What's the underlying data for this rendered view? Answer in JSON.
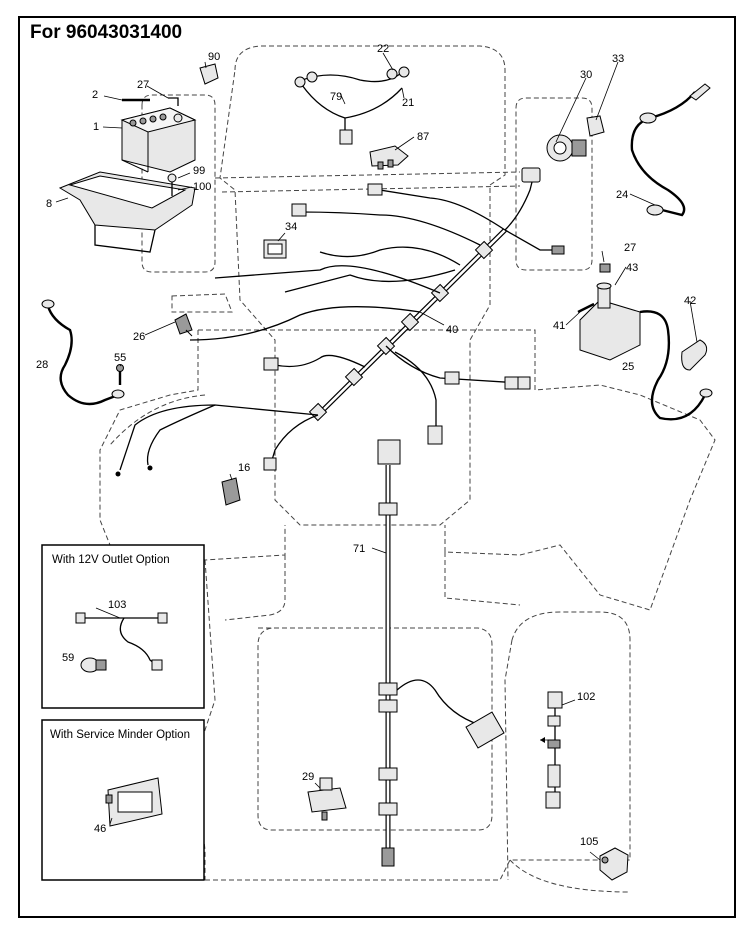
{
  "title": "For 96043031400",
  "callouts": {
    "c1": "1",
    "c2": "2",
    "c8": "8",
    "c16": "16",
    "c21": "21",
    "c22": "22",
    "c24": "24",
    "c25": "25",
    "c26": "26",
    "c27a": "27",
    "c27b": "27",
    "c28": "28",
    "c29": "29",
    "c30": "30",
    "c33": "33",
    "c34": "34",
    "c40": "40",
    "c41": "41",
    "c42": "42",
    "c43": "43",
    "c46": "46",
    "c55": "55",
    "c59": "59",
    "c71": "71",
    "c79": "79",
    "c87": "87",
    "c90": "90",
    "c99": "99",
    "c100": "100",
    "c102": "102",
    "c103": "103",
    "c105": "105"
  },
  "insets": {
    "outlet": "With 12V Outlet Option",
    "service": "With Service Minder Option"
  }
}
